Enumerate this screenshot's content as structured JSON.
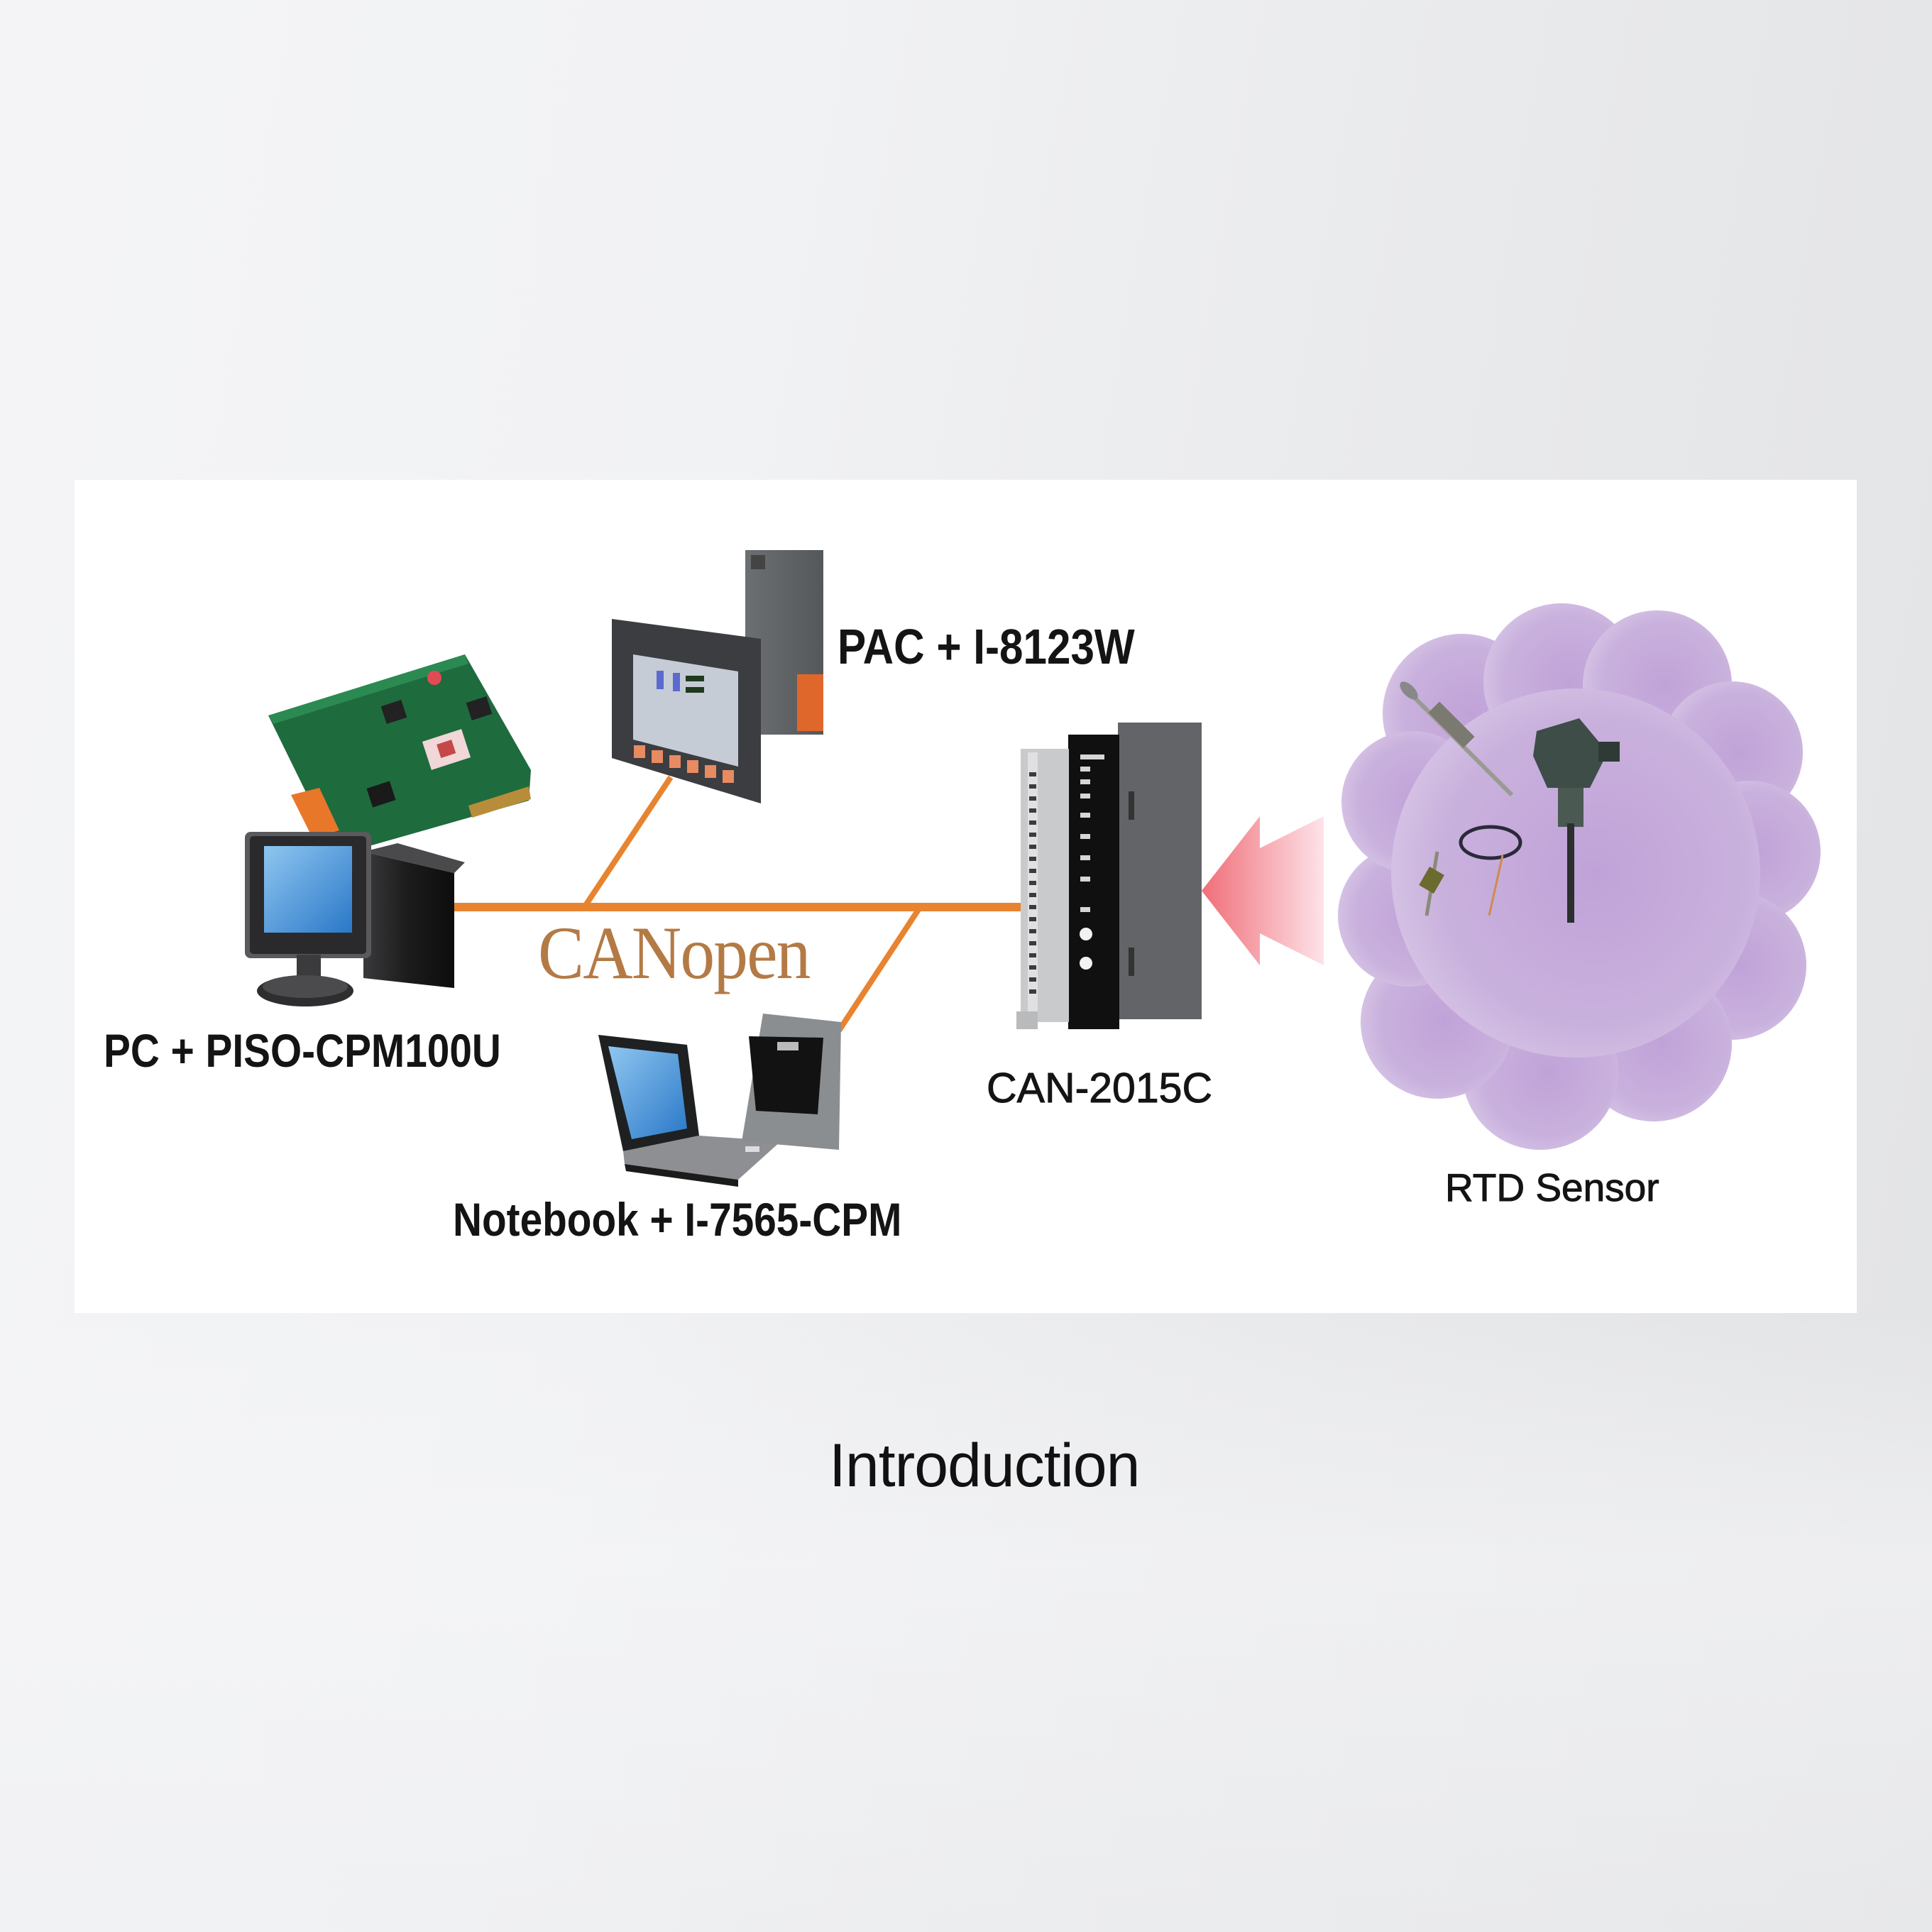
{
  "diagram": {
    "bus_label": "CANopen",
    "nodes": [
      {
        "id": "pc",
        "label": "PC + PISO-CPM100U",
        "icon": "desktop-pc-with-pci-card-icon"
      },
      {
        "id": "pac",
        "label": "PAC + I-8123W",
        "icon": "pac-touch-panel-icon"
      },
      {
        "id": "notebook",
        "label": "Notebook + I-7565-CPM",
        "icon": "laptop-with-usb-converter-icon"
      },
      {
        "id": "module",
        "label": "CAN-2015C",
        "icon": "din-rail-io-module-icon"
      },
      {
        "id": "sensor",
        "label": "RTD Sensor",
        "icon": "rtd-sensor-cloud-icon"
      }
    ],
    "connections": [
      {
        "from": "pc",
        "to": "module",
        "type": "bus-line"
      },
      {
        "from": "pac",
        "to": "bus",
        "type": "branch"
      },
      {
        "from": "notebook",
        "to": "bus",
        "type": "branch"
      },
      {
        "from": "sensor",
        "to": "module",
        "type": "arrow"
      }
    ],
    "colors": {
      "bus": "#e8832f",
      "bus_label": "#b47a45",
      "arrow_start": "#f06e78",
      "arrow_end": "#fde3e8",
      "cloud": "#c8afdc",
      "label_text": "#141414"
    }
  },
  "caption": "Introduction"
}
